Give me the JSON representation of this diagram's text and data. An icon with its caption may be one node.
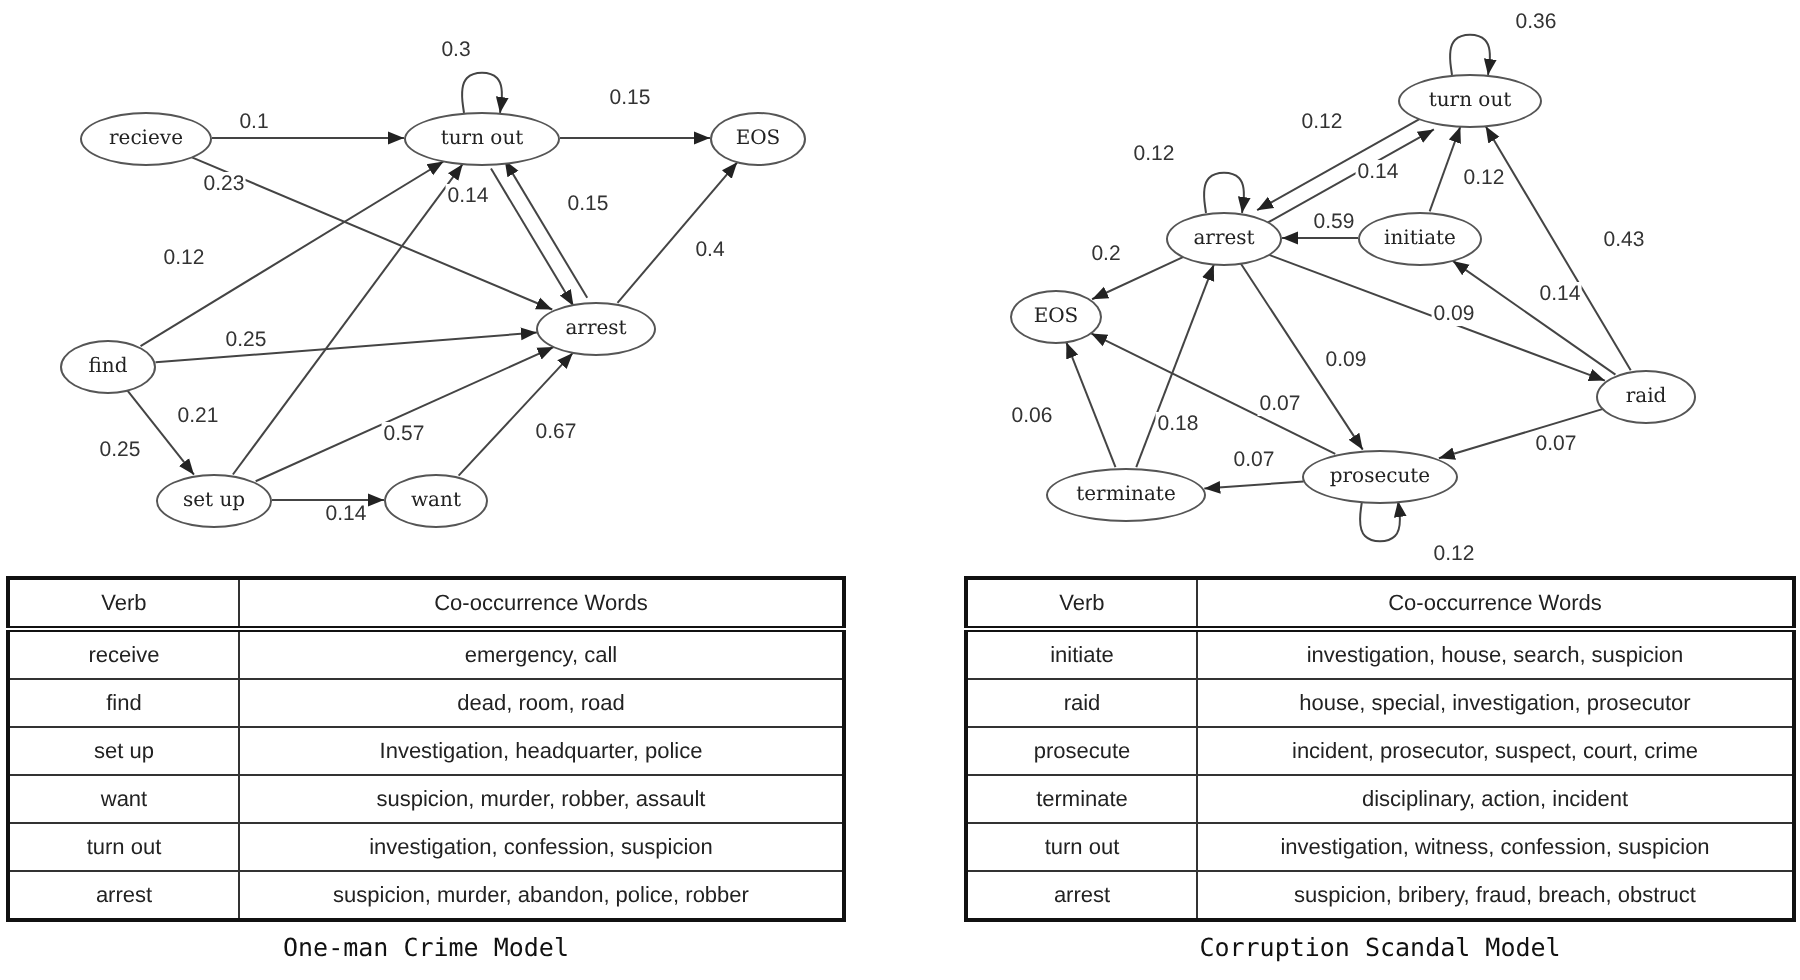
{
  "diagram": {
    "nodes": [
      {
        "text": [
          "recieve"
        ]
      },
      {
        "text": [
          "turn out"
        ]
      },
      {
        "text": [
          "EOS"
        ]
      },
      {
        "text": [
          "arrest"
        ]
      },
      {
        "text": [
          "find"
        ]
      },
      {
        "text": [
          "set up"
        ]
      },
      {
        "text": [
          "want"
        ]
      },
      {
        "text": [
          "turn out"
        ]
      },
      {
        "text": [
          "arrest"
        ]
      },
      {
        "text": [
          "initiate"
        ]
      },
      {
        "text": [
          "EOS"
        ]
      },
      {
        "text": [
          "raid"
        ]
      },
      {
        "text": [
          "prosecute"
        ]
      },
      {
        "text": [
          "terminate"
        ]
      }
    ],
    "edges": [
      {
        "from": 0,
        "to": 1,
        "arrow": "to",
        "label": "0.1"
      },
      {
        "from": 0,
        "to": 3,
        "arrow": "to",
        "label": "0.23"
      },
      {
        "from": 1,
        "to": 1,
        "arrow": "to",
        "label": "0.3"
      },
      {
        "from": 1,
        "to": 2,
        "arrow": "to",
        "label": "0.15"
      },
      {
        "from": 1,
        "to": 3,
        "arrow": "to",
        "label": "0.14"
      },
      {
        "from": 3,
        "to": 1,
        "arrow": "to",
        "label": "0.15"
      },
      {
        "from": 3,
        "to": 2,
        "arrow": "to",
        "label": "0.4"
      },
      {
        "from": 4,
        "to": 1,
        "arrow": "to",
        "label": "0.12"
      },
      {
        "from": 4,
        "to": 3,
        "arrow": "to",
        "label": "0.25"
      },
      {
        "from": 4,
        "to": 5,
        "arrow": "to",
        "label": "0.25"
      },
      {
        "from": 5,
        "to": 1,
        "arrow": "to",
        "label": "0.21"
      },
      {
        "from": 5,
        "to": 3,
        "arrow": "to",
        "label": "0.57"
      },
      {
        "from": 5,
        "to": 6,
        "arrow": "to",
        "label": "0.14"
      },
      {
        "from": 6,
        "to": 3,
        "arrow": "to",
        "label": "0.67"
      },
      {
        "from": 7,
        "to": 7,
        "arrow": "to",
        "label": "0.36"
      },
      {
        "from": 7,
        "to": 8,
        "arrow": "to",
        "label": "0.12"
      },
      {
        "from": 8,
        "to": 7,
        "arrow": "to",
        "label": "0.14"
      },
      {
        "from": 8,
        "to": 8,
        "arrow": "to",
        "label": "0.12"
      },
      {
        "from": 9,
        "to": 7,
        "arrow": "to",
        "label": "0.12"
      },
      {
        "from": 9,
        "to": 8,
        "arrow": "to",
        "label": "0.59"
      },
      {
        "from": 8,
        "to": 10,
        "arrow": "to",
        "label": "0.2"
      },
      {
        "from": 8,
        "to": 11,
        "arrow": "to",
        "label": "0.09"
      },
      {
        "from": 8,
        "to": 12,
        "arrow": "to",
        "label": "0.09"
      },
      {
        "from": 11,
        "to": 9,
        "arrow": "to",
        "label": "0.14"
      },
      {
        "from": 11,
        "to": 7,
        "arrow": "to",
        "label": "0.43"
      },
      {
        "from": 11,
        "to": 12,
        "arrow": "to",
        "label": "0.07"
      },
      {
        "from": 12,
        "to": 10,
        "arrow": "to",
        "label": "0.07"
      },
      {
        "from": 12,
        "to": 13,
        "arrow": "to",
        "label": "0.07"
      },
      {
        "from": 12,
        "to": 12,
        "arrow": "to",
        "label": "0.12"
      },
      {
        "from": 13,
        "to": 10,
        "arrow": "to",
        "label": "0.06"
      },
      {
        "from": 13,
        "to": 8,
        "arrow": "to",
        "label": "0.18"
      }
    ],
    "labels": [
      "Verb",
      "Co-occurrence Words",
      "receive",
      "emergency, call",
      "find",
      "dead, room, road",
      "set up",
      "Investigation, headquarter, police",
      "want",
      "suspicion, murder, robber, assault",
      "turn out",
      "investigation, confession, suspicion",
      "arrest",
      "suspicion, murder, abandon, police, robber",
      "One-man Crime Model",
      "Verb",
      "Co-occurrence Words",
      "initiate",
      "investigation, house, search, suspicion",
      "raid",
      "house, special, investigation, prosecutor",
      "prosecute",
      "incident, prosecutor, suspect, court, crime",
      "terminate",
      "disciplinary, action, incident",
      "turn out",
      "investigation, witness, confession, suspicion",
      "arrest",
      "suspicion, bribery, fraud, breach, obstruct",
      "Corruption Scandal Model"
    ]
  }
}
